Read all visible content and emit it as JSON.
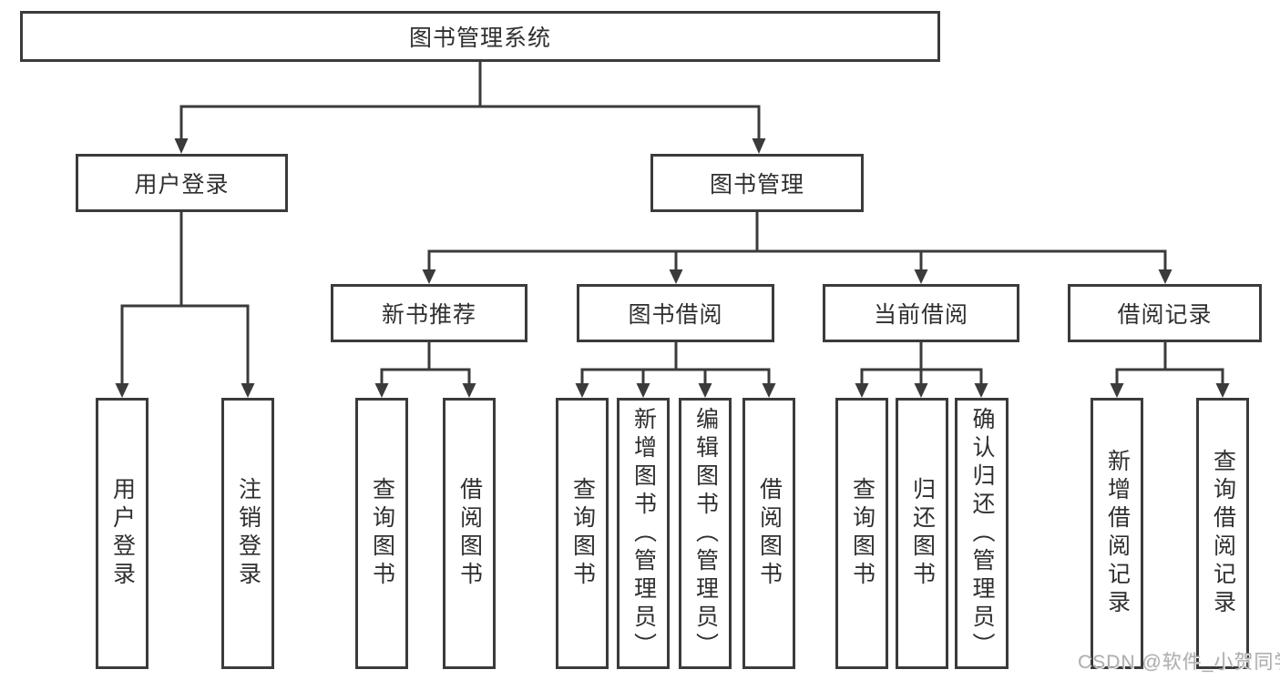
{
  "tree": {
    "label": "图书管理系统",
    "children": [
      {
        "label": "用户登录",
        "children": [
          {
            "label": "用户登录"
          },
          {
            "label": "注销登录"
          }
        ]
      },
      {
        "label": "图书管理",
        "children": [
          {
            "label": "新书推荐",
            "children": [
              {
                "label": "查询图书"
              },
              {
                "label": "借阅图书"
              }
            ]
          },
          {
            "label": "图书借阅",
            "children": [
              {
                "label": "查询图书"
              },
              {
                "label": "新增图书（管理员）"
              },
              {
                "label": "编辑图书（管理员）"
              },
              {
                "label": "借阅图书"
              }
            ]
          },
          {
            "label": "当前借阅",
            "children": [
              {
                "label": "查询图书"
              },
              {
                "label": "归还图书"
              },
              {
                "label": "确认归还（管理员）"
              }
            ]
          },
          {
            "label": "借阅记录",
            "children": [
              {
                "label": "新增借阅记录"
              },
              {
                "label": "查询借阅记录"
              }
            ]
          }
        ]
      }
    ]
  },
  "watermark": "CSDN @软件_小贺同学",
  "colors": {
    "line": "#3b3b3b",
    "box_border": "#3b3b3b",
    "text": "#2f2f2f",
    "watermark": "#aeaeae",
    "background": "#ffffff"
  }
}
